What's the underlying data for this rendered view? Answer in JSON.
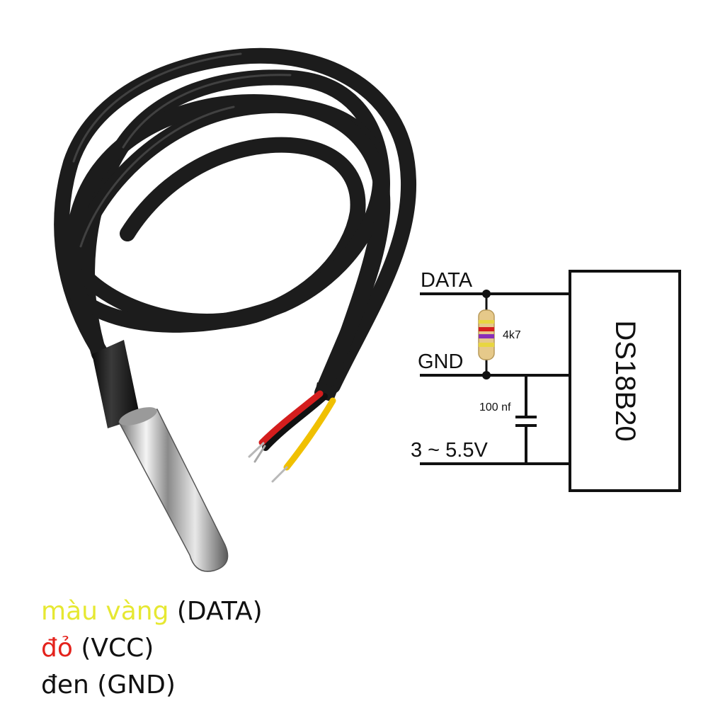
{
  "schematic": {
    "data_label": "DATA",
    "gnd_label": "GND",
    "vcc_label": "3 ~ 5.5V",
    "resistor_label": "4k7",
    "capacitor_label": "100 nf",
    "chip_label": "DS18B20"
  },
  "legend": {
    "items": [
      {
        "color_word": "màu vàng",
        "signal": " (DATA)",
        "color": "#e6e832"
      },
      {
        "color_word": "đỏ",
        "signal": " (VCC)",
        "color": "#e4221c"
      },
      {
        "color_word": "đen",
        "signal": " (GND)",
        "color": "#111111"
      }
    ]
  },
  "colors": {
    "cable": "#1c1c1c",
    "probe": "#c9c9c9",
    "wire_red": "#d41d1d",
    "wire_yellow": "#f0c000",
    "line": "#111111"
  }
}
